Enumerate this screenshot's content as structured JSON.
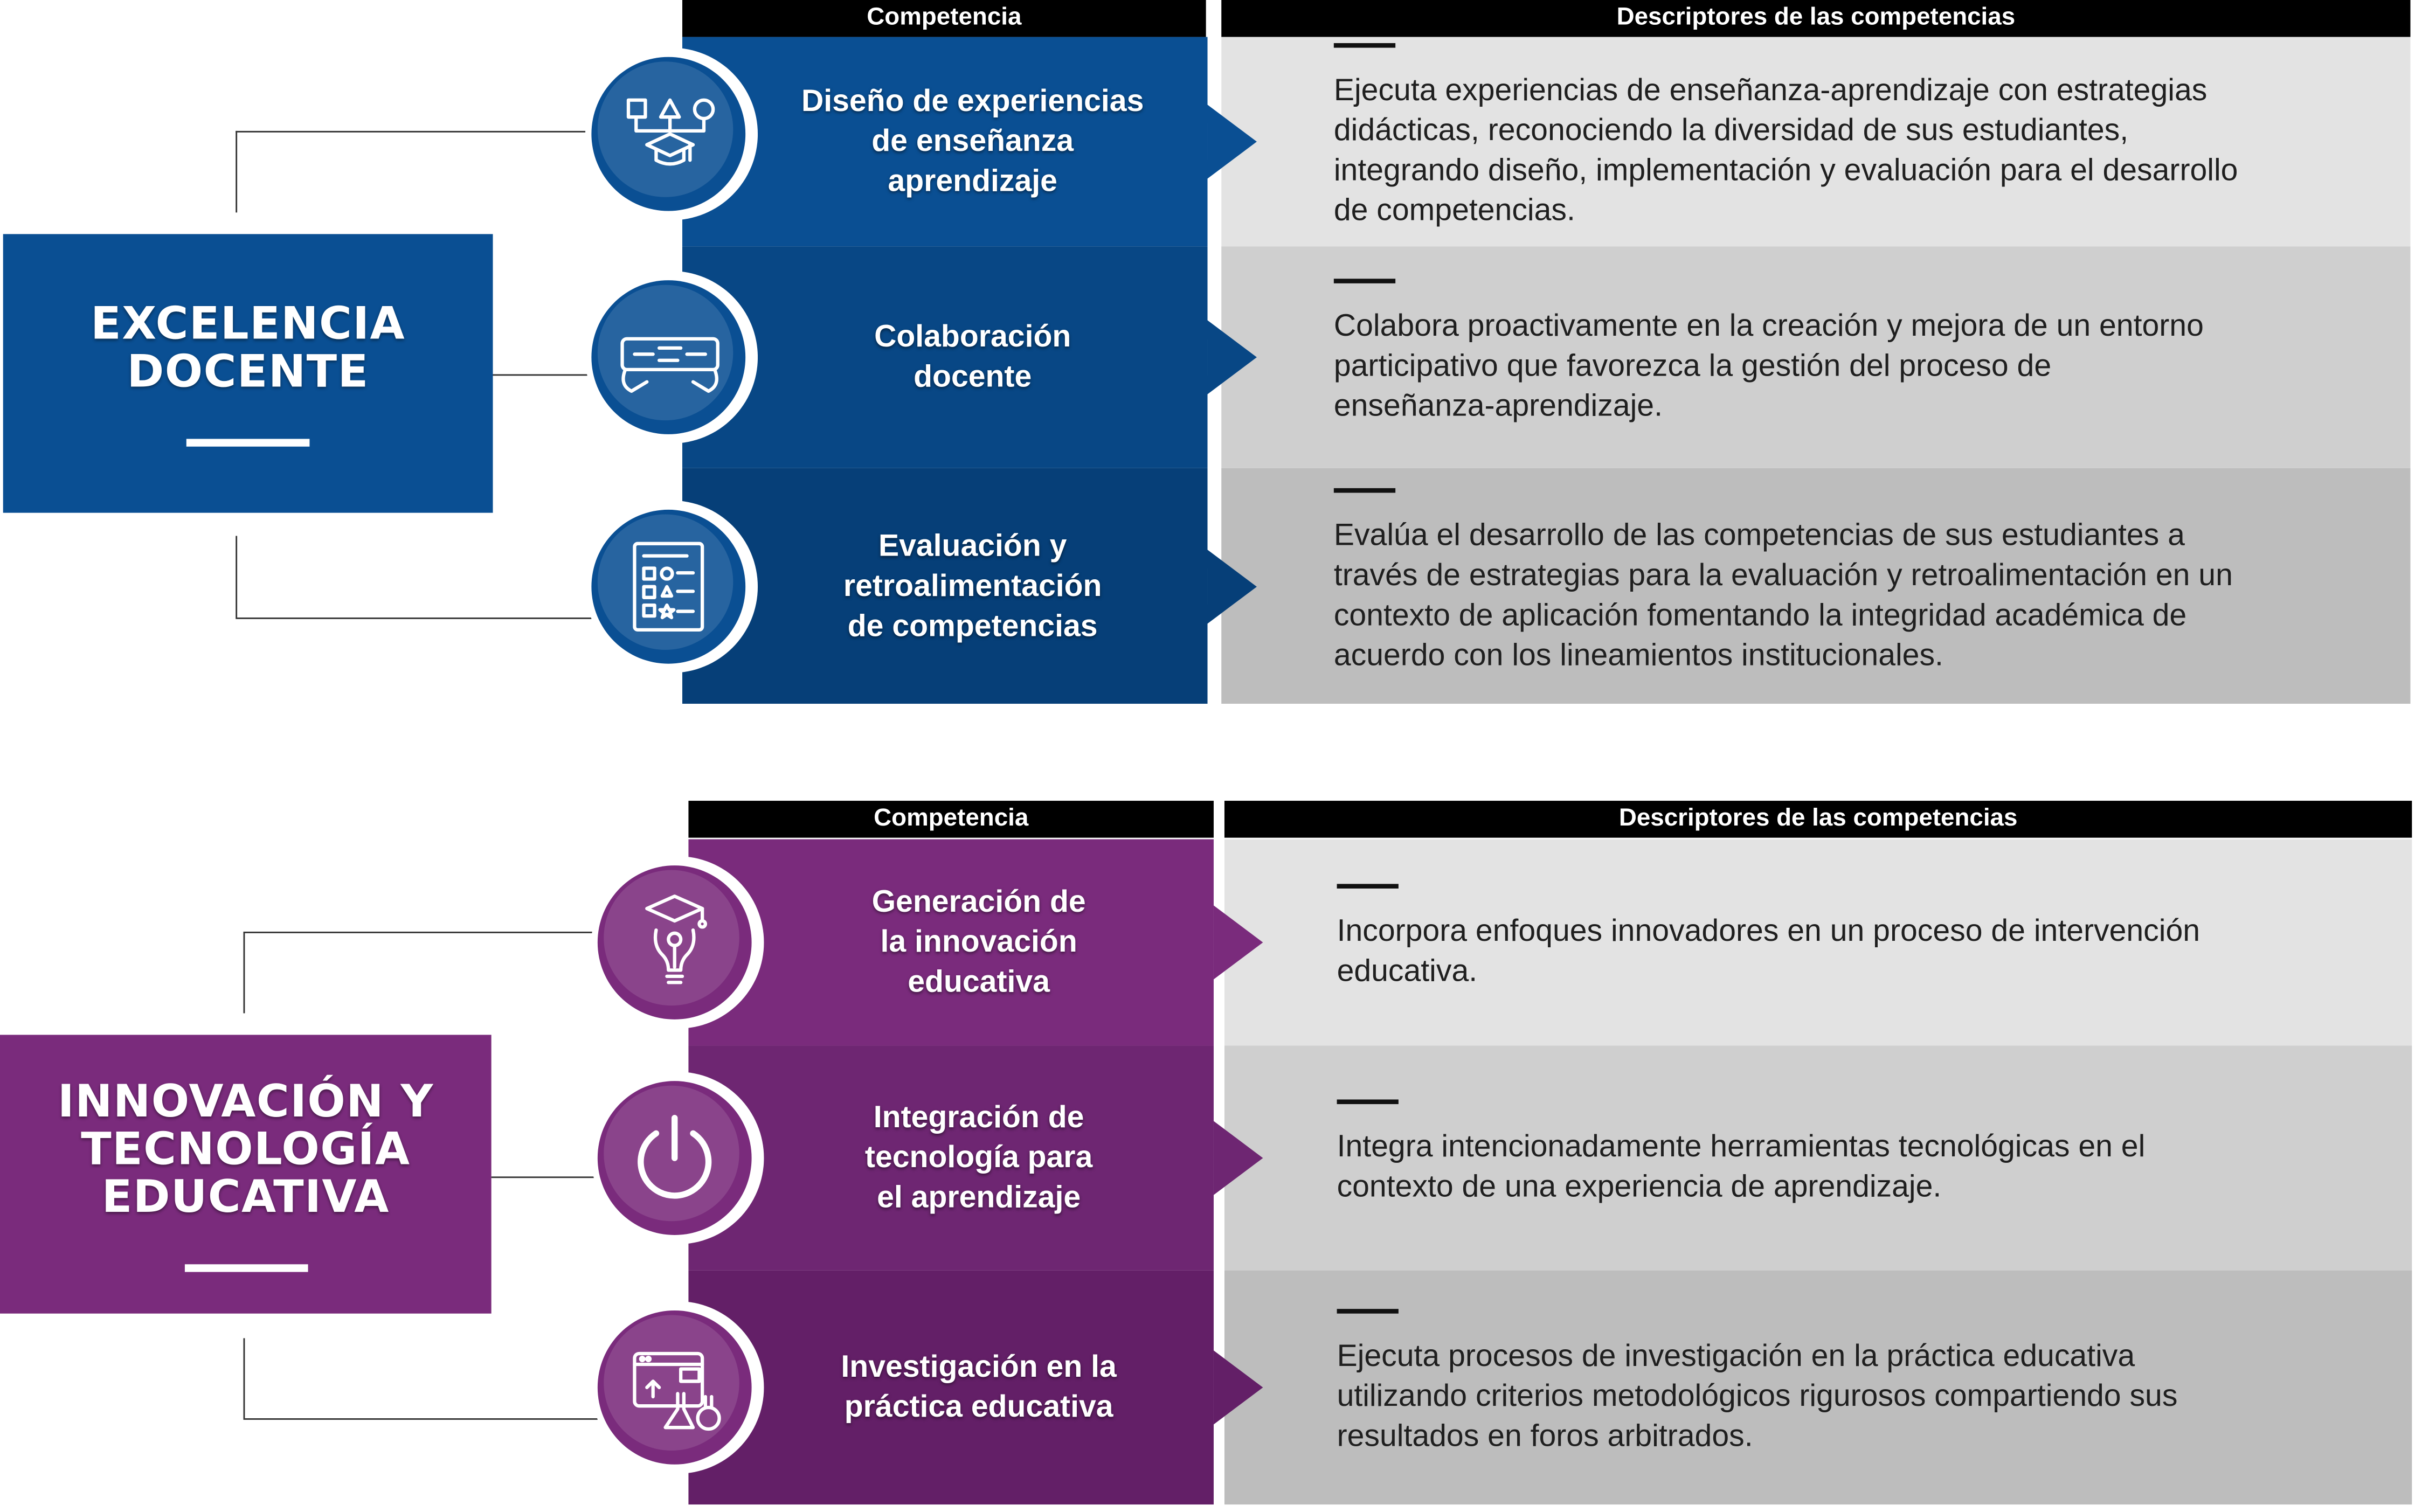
{
  "header_labels": {
    "competencia": "Competencia",
    "descriptores": "Descriptores de las competencias"
  },
  "sections": [
    {
      "category": [
        "EXCELENCIA",
        "DOCENTE"
      ],
      "color": "#0a4f93",
      "band_colors": [
        "#0a4f93",
        "#084785",
        "#063f78"
      ],
      "arrow_colors": [
        "#0a4f93",
        "#084785",
        "#063f78"
      ],
      "competencias": [
        {
          "lines": [
            "Diseño de experiencias",
            "de enseñanza",
            "aprendizaje"
          ],
          "icon": "shapes-graduation-cap-icon",
          "descriptor": "Ejecuta experiencias de enseñanza-aprendizaje con estrategias\ndidácticas, reconociendo la diversidad de sus estudiantes,\nintegrando diseño, implementación y evaluación para el desarrollo\nde competencias."
        },
        {
          "lines": [
            "Colaboración",
            "docente"
          ],
          "icon": "collaboration-hands-icon",
          "descriptor": "Colabora proactivamente en la creación y mejora de un entorno\nparticipativo que favorezca la gestión del proceso de\nenseñanza-aprendizaje."
        },
        {
          "lines": [
            "Evaluación y",
            "retroalimentación",
            "de competencias"
          ],
          "icon": "evaluation-checklist-icon",
          "descriptor": "Evalúa el desarrollo de las competencias de sus estudiantes a\ntravés de estrategias para la evaluación y retroalimentación en un\ncontexto de aplicación fomentando la integridad académica de\nacuerdo con los lineamientos institucionales."
        }
      ]
    },
    {
      "category": [
        "INNOVACIÓN Y",
        "TECNOLOGÍA",
        "EDUCATIVA"
      ],
      "color": "#7a2b7c",
      "band_colors": [
        "#7a2b7c",
        "#6e2672",
        "#631f67"
      ],
      "arrow_colors": [
        "#7a2b7c",
        "#6e2672",
        "#631f67"
      ],
      "competencias": [
        {
          "lines": [
            "Generación de",
            "la innovación",
            "educativa"
          ],
          "icon": "lightbulb-graduation-icon",
          "descriptor": " Incorpora enfoques innovadores en un proceso de intervención\neducativa."
        },
        {
          "lines": [
            "Integración de",
            "tecnología para",
            "el aprendizaje"
          ],
          "icon": "power-icon",
          "descriptor": "Integra intencionadamente herramientas tecnológicas en el\ncontexto de una experiencia de aprendizaje."
        },
        {
          "lines": [
            "Investigación en la",
            "práctica educativa"
          ],
          "icon": "research-lab-icon",
          "descriptor": "Ejecuta procesos de investigación en la práctica educativa\nutilizando criterios metodológicos rigurosos compartiendo sus\nresultados en foros arbitrados."
        }
      ]
    }
  ],
  "descriptor_backgrounds": [
    "#e3e3e3",
    "#cfcfcf",
    "#bdbdbd"
  ]
}
